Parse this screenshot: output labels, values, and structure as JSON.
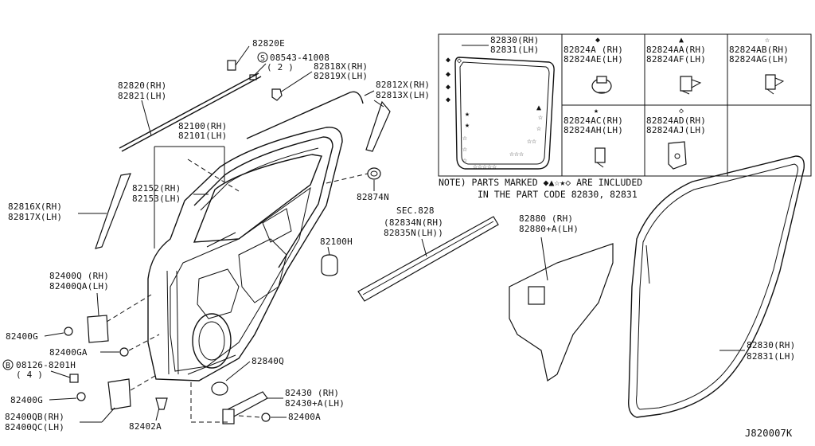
{
  "labels": {
    "l82820e": "82820E",
    "l08543": "08543-41008",
    "l08543q": "( 2 )",
    "l82818x": "82818X(RH)",
    "l82819x": "82819X(LH)",
    "l82820": "82820(RH)",
    "l82821": "82821(LH)",
    "l82812x": "82812X(RH)",
    "l82813x": "82813X(LH)",
    "l82100": "82100(RH)",
    "l82101": "82101(LH)",
    "l82152": "82152(RH)",
    "l82153": "82153(LH)",
    "l82874n": "82874N",
    "l82816x": "82816X(RH)",
    "l82817x": "82817X(LH)",
    "lsec": "SEC.828",
    "l82834n": "(82834N(RH)",
    "l82835n": "82835N(LH))",
    "l82880": "82880 (RH)",
    "l82880a": "82880+A(LH)",
    "l82100h": "82100H",
    "l82400q": "82400Q (RH)",
    "l82400qa": "82400QA(LH)",
    "l82400g1": "82400G",
    "l82400ga": "82400GA",
    "l08126": "08126-8201H",
    "l08126q": "( 4 )",
    "l82400g2": "82400G",
    "l82400qb": "82400QB(RH)",
    "l82400qc": "82400QC(LH)",
    "l82402a": "82402A",
    "l82840q": "82840Q",
    "l82430": "82430 (RH)",
    "l82430a": "82430+A(LH)",
    "l82400a": "82400A",
    "l82830b": "82830(RH)",
    "l82831b": "82831(LH)",
    "diagram_code": "J820007K"
  },
  "table": {
    "main_rh": "82830(RH)",
    "main_lh": "82831(LH)",
    "c1_sym": "◆",
    "c1_rh": "82824A (RH)",
    "c1_lh": "82824AE(LH)",
    "c2_sym": "▲",
    "c2_rh": "82824AA(RH)",
    "c2_lh": "82824AF(LH)",
    "c3_sym": "☆",
    "c3_rh": "82824AB(RH)",
    "c3_lh": "82824AG(LH)",
    "c4_sym": "★",
    "c4_rh": "82824AC(RH)",
    "c4_lh": "82824AH(LH)",
    "c5_sym": "◇",
    "c5_rh": "82824AD(RH)",
    "c5_lh": "82824AJ(LH)"
  },
  "note": {
    "line1": "NOTE) PARTS MARKED ◆▲☆★◇ ARE INCLUDED",
    "line2": "IN THE PART CODE 82830, 82831"
  },
  "symbols": {
    "s_circle_s": "S",
    "s_circle_b": "B"
  }
}
